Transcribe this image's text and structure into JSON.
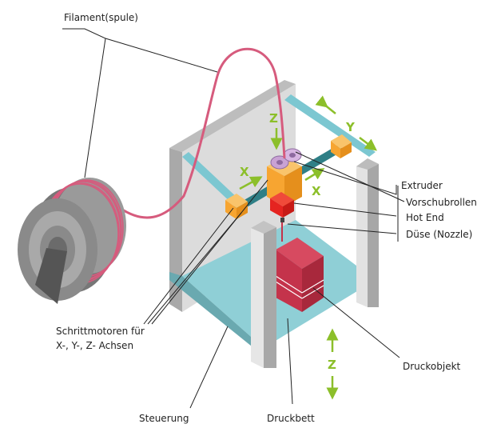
{
  "labels": {
    "filament": "Filament(spule)",
    "extruder": "Extruder",
    "feed_rollers": "Vorschubrollen",
    "hot_end": "Hot End",
    "nozzle": "Düse (Nozzle)",
    "stepper_line1": "Schrittmotoren für",
    "stepper_line2": "X-, Y-, Z- Achsen",
    "print_object": "Druckobjekt",
    "control": "Steuerung",
    "print_bed": "Druckbett"
  },
  "axes": {
    "x_top": "X",
    "x_right": "X",
    "y": "Y",
    "z_top": "Z",
    "z_bottom": "Z"
  },
  "colors": {
    "frame_gray": "#d9d9d9",
    "frame_dark": "#8a8a8a",
    "bed": "#8fcfd6",
    "rail": "#7cc7d1",
    "rail_dark": "#3b7f88",
    "motor_orange": "#f7b24a",
    "filament": "#d65b7d",
    "print_object": "#c4334b",
    "hot_end": "#e52420",
    "roller": "#c9a2d4",
    "axis_green": "#8cbf2a",
    "spool": "#7f7f7f"
  }
}
